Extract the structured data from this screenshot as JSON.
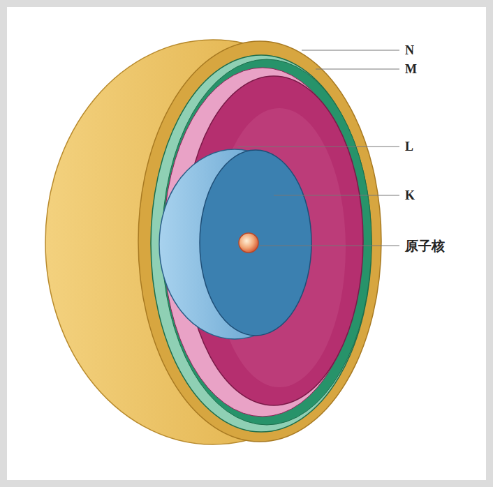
{
  "diagram": {
    "labels": [
      "N",
      "M",
      "L",
      "K",
      "原子核"
    ]
  }
}
